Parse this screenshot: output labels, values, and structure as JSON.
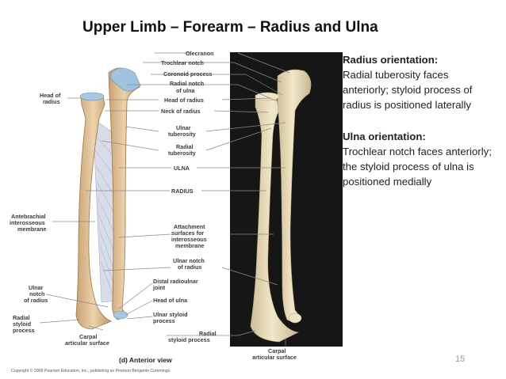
{
  "title": "Upper Limb – Forearm – Radius and Ulna",
  "notes": {
    "radius_heading": "Radius orientation:",
    "radius_text": "Radial tuberosity faces anteriorly; styloid process of radius is positioned laterally",
    "ulna_heading": "Ulna orientation:",
    "ulna_text": "Trochlear notch faces anteriorly; the styloid process of ulna is positioned medially"
  },
  "labels": {
    "olecranon": "Olecranon",
    "trochlear_notch": "Trochlear notch",
    "coronoid_process": "Coronoid process",
    "radial_notch_1": "Radial notch",
    "radial_notch_2": "of ulna",
    "head_of_radius_right": "Head of radius",
    "neck_of_radius": "Neck of radius",
    "ulnar_tuberosity_1": "Ulnar",
    "ulnar_tuberosity_2": "tuberosity",
    "radial_tuberosity_1": "Radial",
    "radial_tuberosity_2": "tuberosity",
    "ulna": "ULNA",
    "radius": "RADIUS",
    "attachment_1": "Attachment",
    "attachment_2": "surfaces for",
    "attachment_3": "interosseous",
    "attachment_4": "membrane",
    "ulnar_notch_radius_1": "Ulnar notch",
    "ulnar_notch_radius_2": "of radius",
    "distal_radioulnar_1": "Distal radioulnar",
    "distal_radioulnar_2": "joint",
    "head_of_ulna": "Head of ulna",
    "ulnar_styloid_1": "Ulnar styloid",
    "ulnar_styloid_2": "process",
    "radial_styloid_right_1": "Radial",
    "radial_styloid_right_2": "styloid process",
    "carpal_right_1": "Carpal",
    "carpal_right_2": "articular surface",
    "head_of_radius_left_1": "Head of",
    "head_of_radius_left_2": "radius",
    "antebrachial_1": "Antebrachial",
    "antebrachial_2": "interosseous",
    "antebrachial_3": "membrane",
    "ulnar_notch_left_1": "Ulnar",
    "ulnar_notch_left_2": "notch",
    "ulnar_notch_left_3": "of radius",
    "radial_styloid_left_1": "Radial",
    "radial_styloid_left_2": "styloid",
    "radial_styloid_left_3": "process",
    "carpal_left_1": "Carpal",
    "carpal_left_2": "articular surface"
  },
  "caption": "(d) Anterior view",
  "copyright": "Copyright © 2009 Pearson Education, Inc., publishing as Pearson Benjamin Cummings.",
  "page_number": "15",
  "colors": {
    "bone_drawing": "#e6c9a0",
    "bone_shadow": "#c9a274",
    "cartilage": "#9fc3de",
    "photo_background": "#161616",
    "bone_photo": "#e8dcbc"
  }
}
